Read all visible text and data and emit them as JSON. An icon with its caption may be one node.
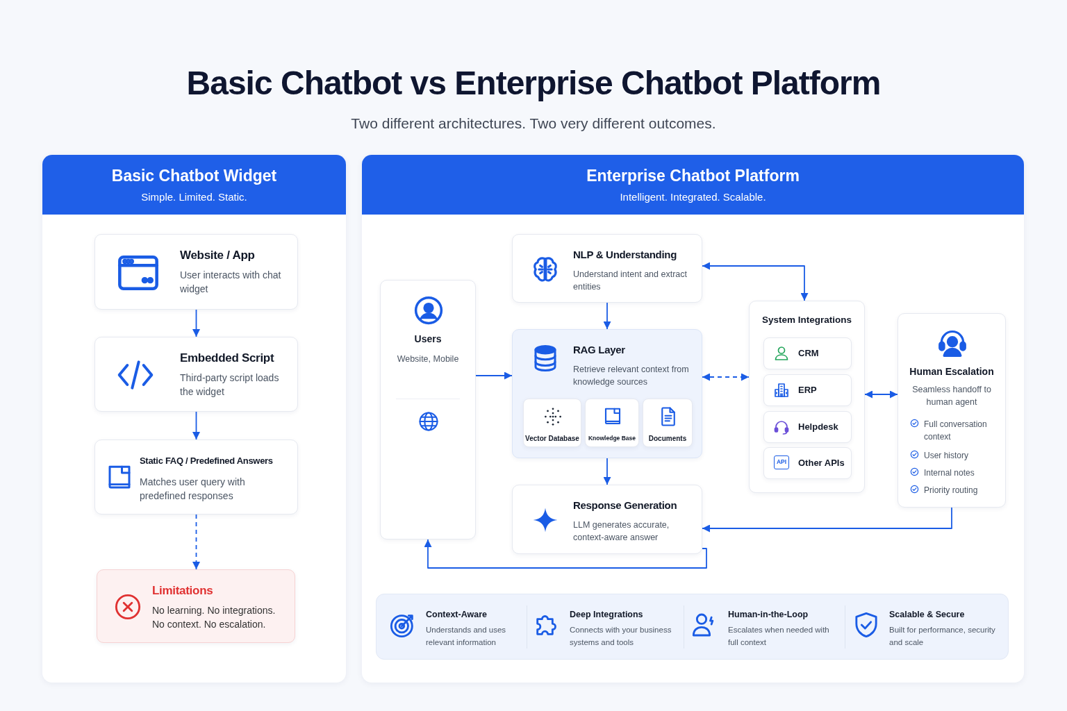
{
  "diagram": {
    "title": "Basic Chatbot vs Enterprise Chatbot Platform",
    "nodes": [
      {
        "text": [
          "Basic Chatbot Widget",
          "Simple. Limited. Static."
        ]
      },
      {
        "text": [
          "Website / App",
          "User interacts with chat widget"
        ],
        "in": 0
      },
      {
        "text": [
          "Embedded Script",
          "Third-party script loads the widget"
        ],
        "in": 0
      },
      {
        "text": [
          "Static FAQ / Predefined Answers",
          "Matches user query with predefined responses"
        ],
        "in": 0
      },
      {
        "text": [
          "Limitations",
          "No learning. No integrations. No context. No escalation."
        ],
        "in": 0
      },
      {
        "text": [
          "Enterprise Chatbot Platform",
          "Intelligent. Integrated. Scalable."
        ]
      },
      {
        "text": [
          "Users",
          "Website, Mobile"
        ],
        "in": 5
      },
      {
        "text": [
          "NLP & Understanding",
          "Understand intent and extract entities"
        ],
        "in": 5
      },
      {
        "text": [
          "RAG Layer",
          "Retrieve relevant context from knowledge sources"
        ],
        "in": 5
      },
      {
        "text": [
          "Vector Database"
        ],
        "in": 8
      },
      {
        "text": [
          "Knowledge Base"
        ],
        "in": 8
      },
      {
        "text": [
          "Documents"
        ],
        "in": 8
      },
      {
        "text": [
          "Response Generation",
          "LLM generates accurate, context-aware answer"
        ],
        "in": 5
      },
      {
        "text": [
          "System Integrations"
        ],
        "in": 5
      },
      {
        "text": [
          "CRM"
        ],
        "in": 13
      },
      {
        "text": [
          "ERP"
        ],
        "in": 13
      },
      {
        "text": [
          "Helpdesk"
        ],
        "in": 13
      },
      {
        "text": [
          "API",
          "Other APIs"
        ],
        "in": 13
      },
      {
        "text": [
          "Human Escalation",
          "Seamless handoff to human agent",
          "Full conversation context",
          "User history",
          "Internal notes",
          "Priority routing"
        ],
        "in": 5
      },
      {
        "text": [],
        "shape": "box",
        "in": 5
      },
      {
        "text": [
          "Context-Aware",
          "Understands and uses relevant information"
        ],
        "in": 19
      },
      {
        "text": [
          "Deep Integrations",
          "Connects with your business systems and tools"
        ],
        "in": 19
      },
      {
        "text": [
          "Human-in-the-Loop",
          "Escalates when needed with full context"
        ],
        "in": 19
      },
      {
        "text": [
          "Scalable & Secure",
          "Built for performance, security and scale"
        ],
        "in": 19
      }
    ],
    "edges": [
      {
        "from": 1,
        "to": 2,
        "arrow": "to"
      },
      {
        "from": 2,
        "to": 3,
        "arrow": "to"
      },
      {
        "from": 3,
        "to": 4,
        "arrow": "to",
        "style": "dashed"
      },
      {
        "from": 6,
        "to": 8,
        "arrow": "to"
      },
      {
        "from": 7,
        "to": 8,
        "arrow": "to"
      },
      {
        "from": 7,
        "to": 13,
        "arrow": "both"
      },
      {
        "from": 8,
        "to": 13,
        "arrow": "both",
        "style": "dashed"
      },
      {
        "from": 13,
        "to": 18,
        "arrow": "both"
      },
      {
        "from": 8,
        "to": 12,
        "arrow": "to"
      },
      {
        "from": 18,
        "to": 12,
        "arrow": "to"
      },
      {
        "from": 12,
        "to": 6,
        "arrow": "to"
      }
    ],
    "labels": [
      "Two different architectures. Two very different outcomes."
    ]
  }
}
